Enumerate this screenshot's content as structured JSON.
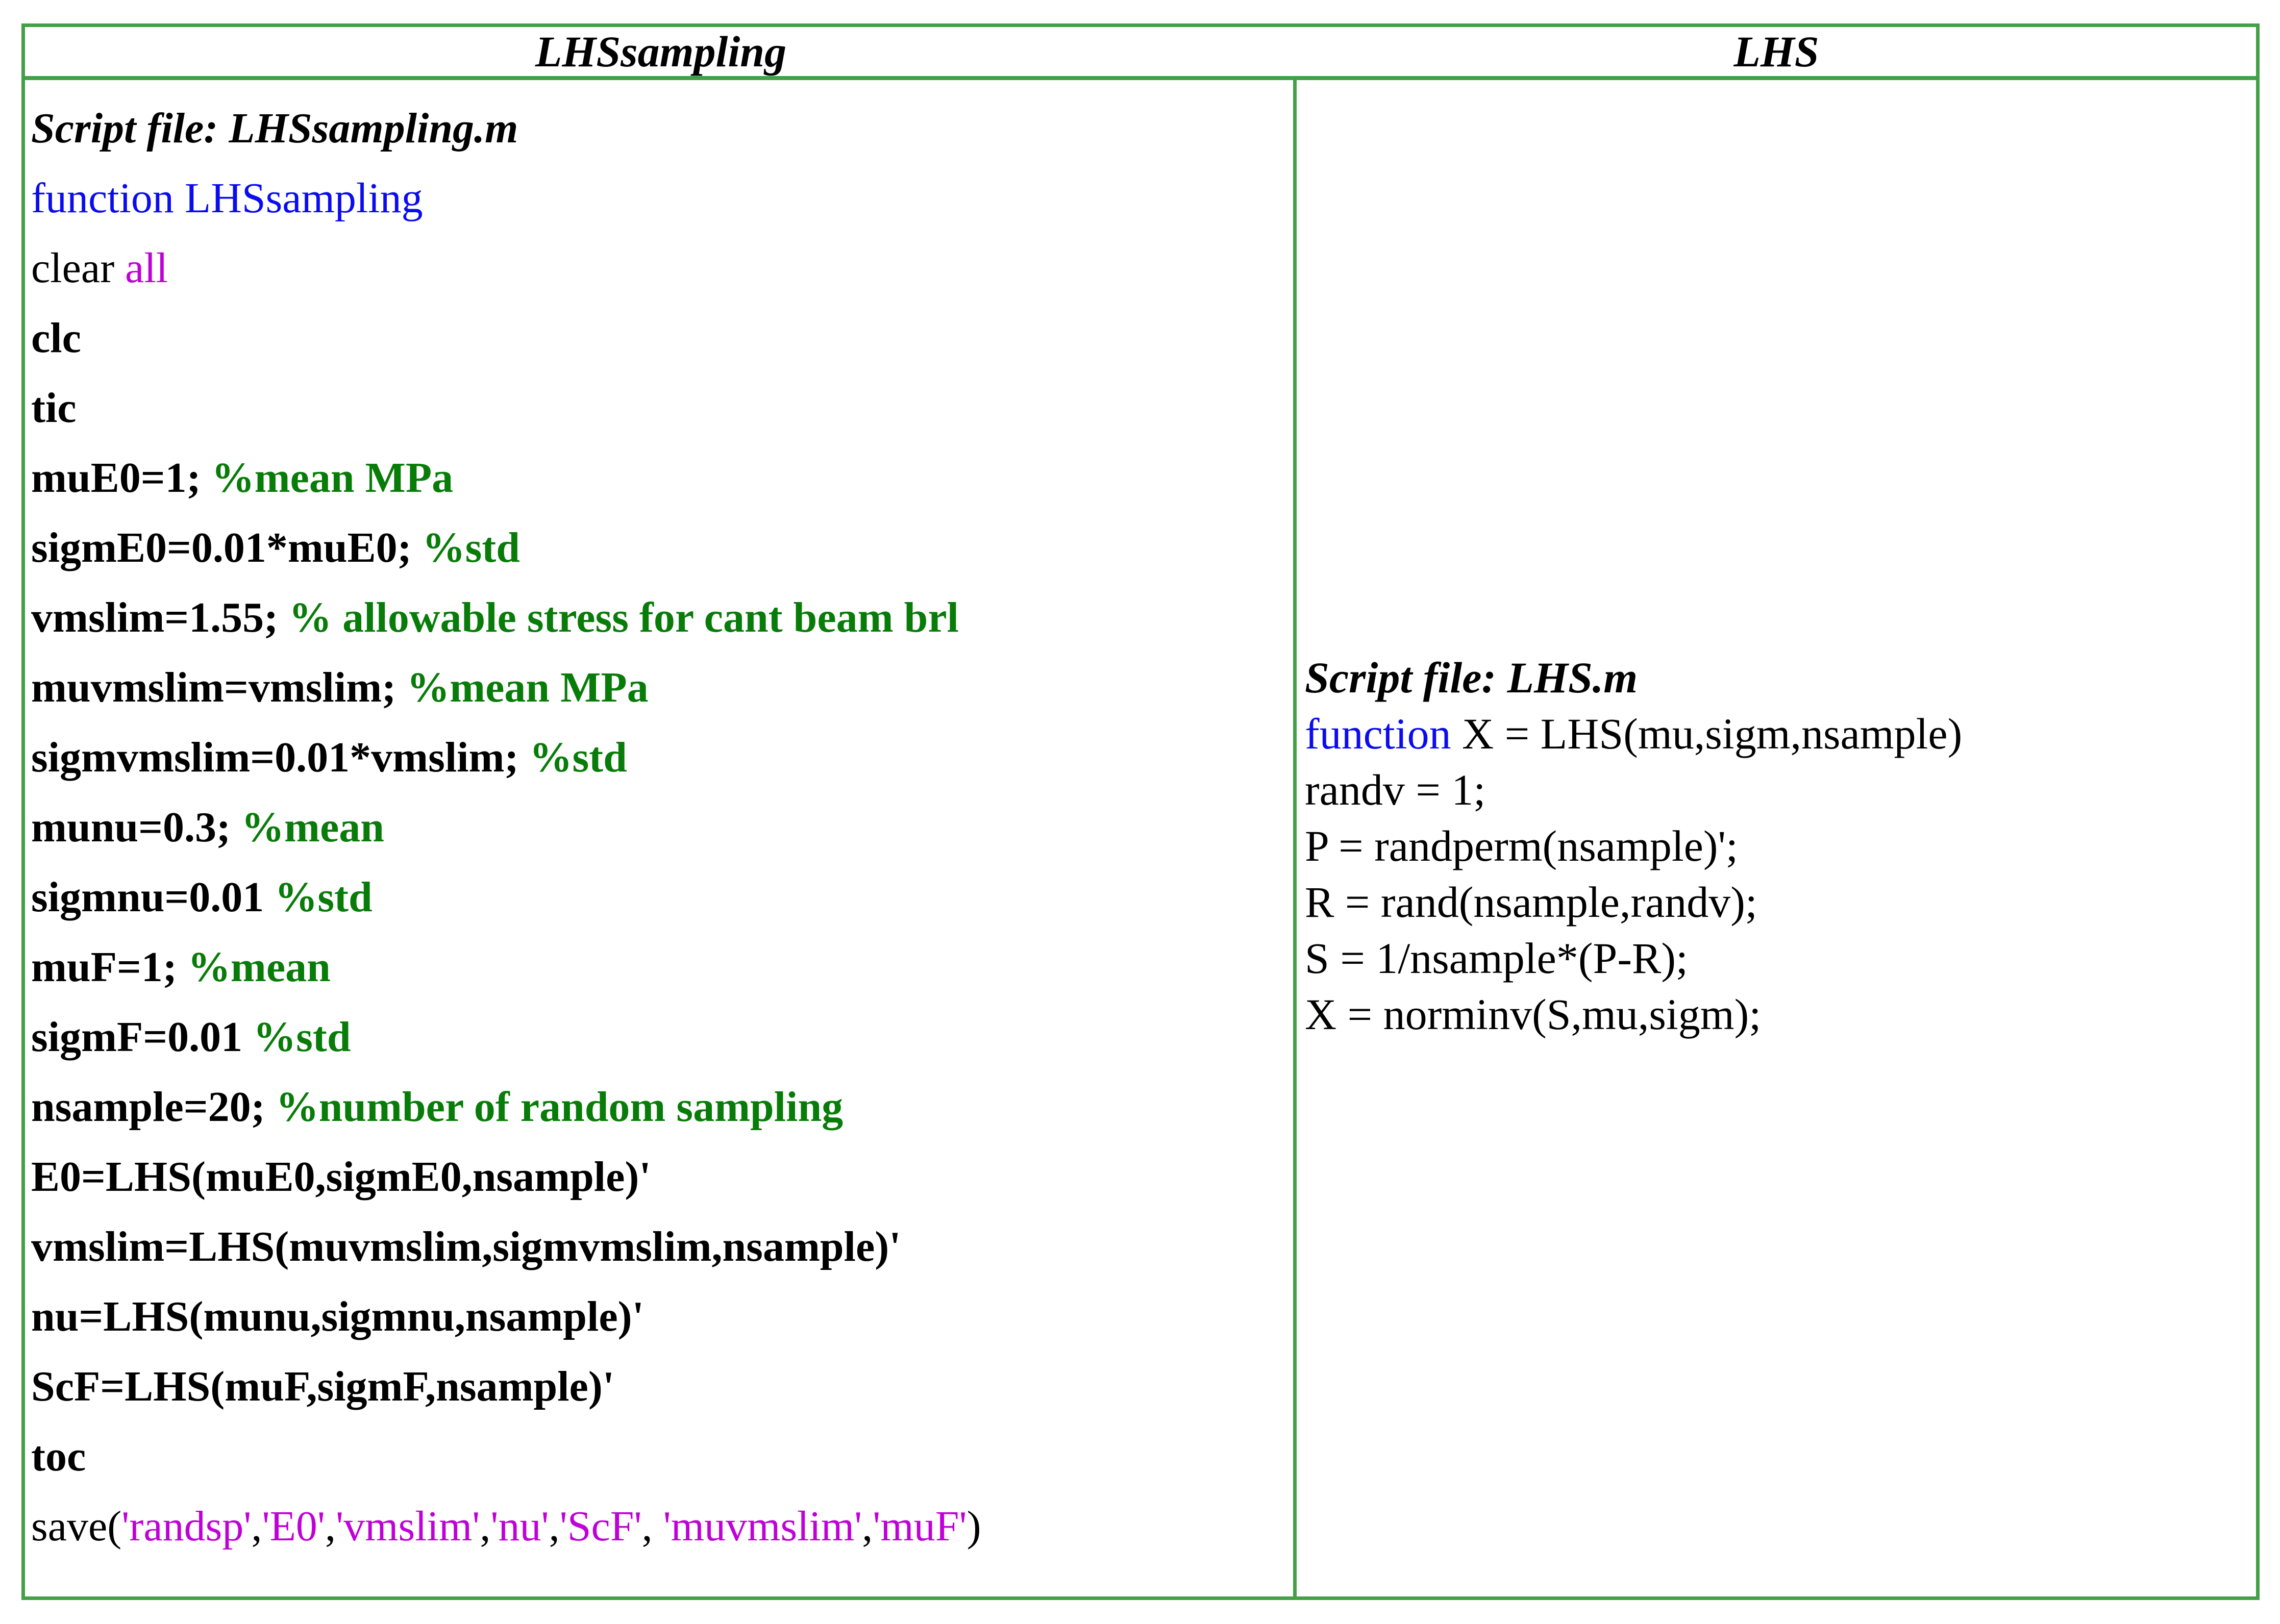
{
  "colors": {
    "border_green": "#43a047",
    "comment_green": "#087c08",
    "keyword_blue": "#0b0bf0",
    "string_purple": "#c000d8",
    "text_black": "#000000",
    "background_white": "#ffffff"
  },
  "header": {
    "left": "LHSsampling",
    "right": "LHS"
  },
  "left_code": {
    "script_title": "Script file: LHSsampling.m",
    "lines": [
      [
        {
          "s": "title",
          "t": "Script file: LHSsampling.m"
        }
      ],
      [
        {
          "s": "kw",
          "t": "function LHSsampling"
        }
      ],
      [
        {
          "s": "plain",
          "t": "clear "
        },
        {
          "s": "str",
          "t": "all"
        }
      ],
      [
        {
          "s": "code",
          "t": "clc"
        }
      ],
      [
        {
          "s": "code",
          "t": "tic"
        }
      ],
      [
        {
          "s": "code",
          "t": "muE0=1; "
        },
        {
          "s": "cmt",
          "t": "%mean MPa"
        }
      ],
      [
        {
          "s": "code",
          "t": "sigmE0=0.01*muE0; "
        },
        {
          "s": "cmt",
          "t": "%std"
        }
      ],
      [
        {
          "s": "code",
          "t": "vmslim=1.55; "
        },
        {
          "s": "cmt",
          "t": "% allowable stress for cant beam brl"
        }
      ],
      [
        {
          "s": "code",
          "t": "muvmslim=vmslim; "
        },
        {
          "s": "cmt",
          "t": "%mean MPa"
        }
      ],
      [
        {
          "s": "code",
          "t": "sigmvmslim=0.01*vmslim; "
        },
        {
          "s": "cmt",
          "t": "%std"
        }
      ],
      [
        {
          "s": "code",
          "t": "munu=0.3; "
        },
        {
          "s": "cmt",
          "t": "%mean"
        }
      ],
      [
        {
          "s": "code",
          "t": "sigmnu=0.01 "
        },
        {
          "s": "cmt",
          "t": "%std"
        }
      ],
      [
        {
          "s": "code",
          "t": "muF=1; "
        },
        {
          "s": "cmt",
          "t": "%mean"
        }
      ],
      [
        {
          "s": "code",
          "t": "sigmF=0.01 "
        },
        {
          "s": "cmt",
          "t": "%std"
        }
      ],
      [
        {
          "s": "code",
          "t": "nsample=20; "
        },
        {
          "s": "cmt",
          "t": "%number of random sampling"
        }
      ],
      [
        {
          "s": "code",
          "t": "E0=LHS(muE0,sigmE0,nsample)'"
        }
      ],
      [
        {
          "s": "code",
          "t": "vmslim=LHS(muvmslim,sigmvmslim,nsample)'"
        }
      ],
      [
        {
          "s": "code",
          "t": "nu=LHS(munu,sigmnu,nsample)'"
        }
      ],
      [
        {
          "s": "code",
          "t": "ScF=LHS(muF,sigmF,nsample)'"
        }
      ],
      [
        {
          "s": "code",
          "t": "toc"
        }
      ],
      [
        {
          "s": "plain",
          "t": "save("
        },
        {
          "s": "str",
          "t": "'randsp'"
        },
        {
          "s": "plain",
          "t": ","
        },
        {
          "s": "str",
          "t": "'E0'"
        },
        {
          "s": "plain",
          "t": ","
        },
        {
          "s": "str",
          "t": "'vmslim'"
        },
        {
          "s": "plain",
          "t": ","
        },
        {
          "s": "str",
          "t": "'nu'"
        },
        {
          "s": "plain",
          "t": ","
        },
        {
          "s": "str",
          "t": "'ScF'"
        },
        {
          "s": "plain",
          "t": ", "
        },
        {
          "s": "str",
          "t": "'muvmslim'"
        },
        {
          "s": "plain",
          "t": ","
        },
        {
          "s": "str",
          "t": "'muF'"
        },
        {
          "s": "plain",
          "t": ")"
        }
      ]
    ]
  },
  "right_code": {
    "script_title": "Script file: LHS.m",
    "lines": [
      [
        {
          "s": "title",
          "t": "Script file: LHS.m"
        }
      ],
      [
        {
          "s": "kw",
          "t": "function "
        },
        {
          "s": "plain",
          "t": "X = LHS(mu,sigm,nsample)"
        }
      ],
      [
        {
          "s": "plain",
          "t": "randv = 1;"
        }
      ],
      [
        {
          "s": "plain",
          "t": "P = randperm(nsample)';"
        }
      ],
      [
        {
          "s": "plain",
          "t": "R = rand(nsample,randv);"
        }
      ],
      [
        {
          "s": "plain",
          "t": "S = 1/nsample*(P-R);"
        }
      ],
      [
        {
          "s": "plain",
          "t": "X = norminv(S,mu,sigm);"
        }
      ]
    ]
  }
}
